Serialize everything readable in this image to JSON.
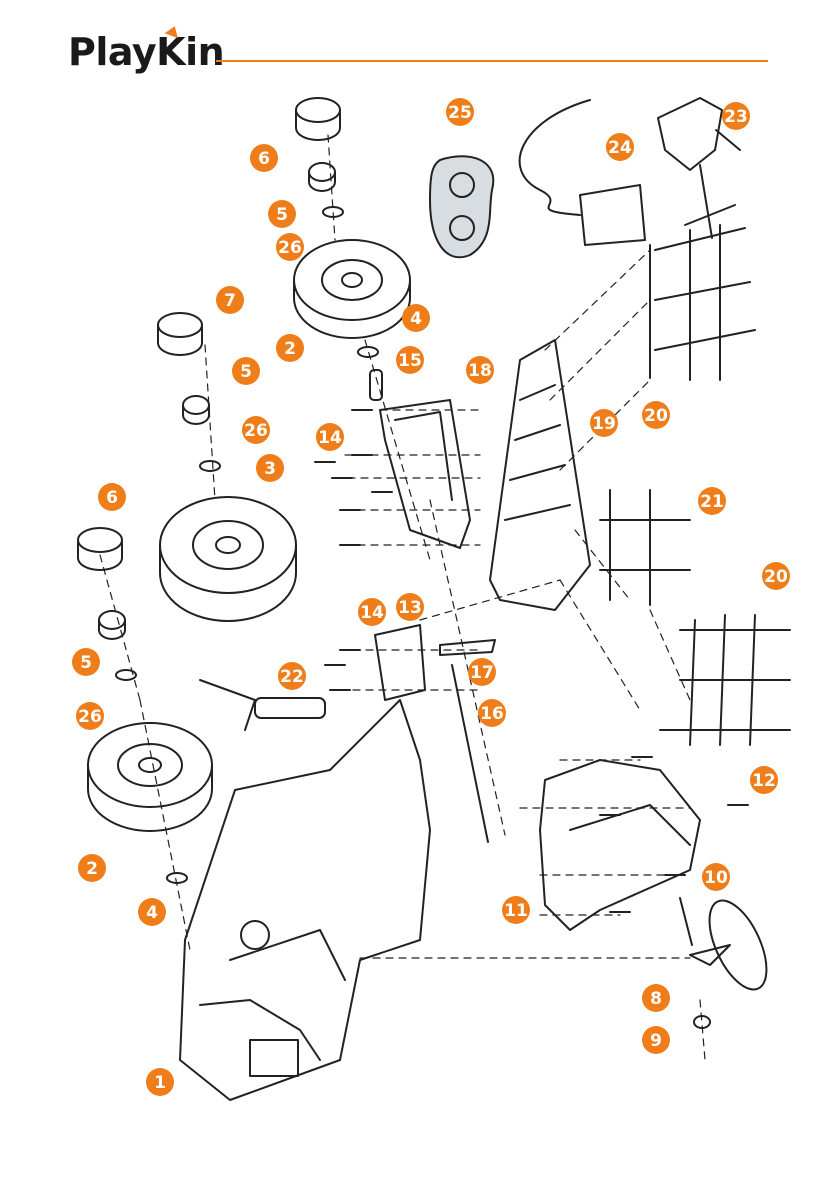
{
  "brand": {
    "name_left": "Play",
    "name_mid": "K",
    "name_right": "in",
    "accent_color": "#ef7d1a"
  },
  "callouts": [
    "1",
    "2",
    "2",
    "3",
    "4",
    "4",
    "5",
    "5",
    "5",
    "6",
    "6",
    "7",
    "8",
    "9",
    "10",
    "11",
    "12",
    "13",
    "14",
    "14",
    "15",
    "16",
    "17",
    "18",
    "19",
    "20",
    "20",
    "21",
    "22",
    "23",
    "24",
    "25",
    "26",
    "26",
    "26"
  ],
  "part_icons": [
    "hub-cap-icon",
    "nut-icon",
    "washer-icon",
    "wheel-icon",
    "axle-icon",
    "gearbox-icon",
    "battery-compartment-icon",
    "seat-icon",
    "steering-wheel-icon",
    "screw-icon",
    "rack-icon",
    "charger-icon",
    "remote-control-icon",
    "wrench-icon",
    "tractor-body-icon"
  ]
}
